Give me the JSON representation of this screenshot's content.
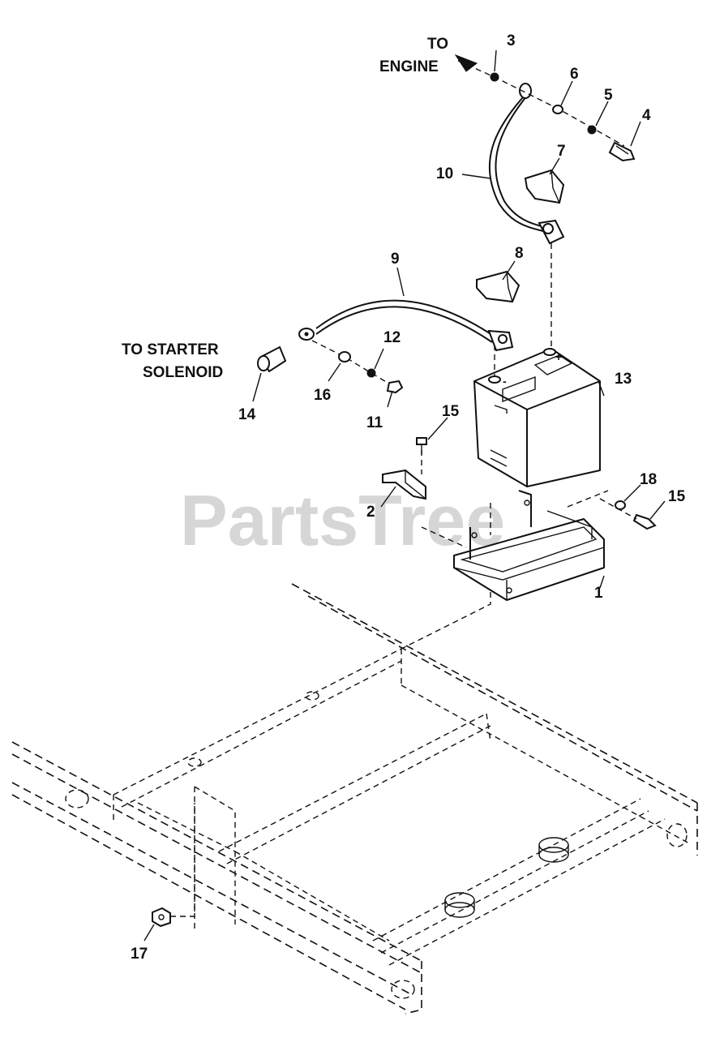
{
  "watermark": "PartsTree",
  "captions": {
    "to_engine_line1": "TO",
    "to_engine_line2": "ENGINE",
    "to_starter_line1": "TO STARTER",
    "to_starter_line2": "SOLENOID"
  },
  "callouts": {
    "c1": "1",
    "c2": "2",
    "c3": "3",
    "c4": "4",
    "c5": "5",
    "c6": "6",
    "c7": "7",
    "c8": "8",
    "c9": "9",
    "c10": "10",
    "c11": "11",
    "c12": "12",
    "c13": "13",
    "c14": "14",
    "c15a": "15",
    "c15b": "15",
    "c16": "16",
    "c17": "17",
    "c18": "18"
  }
}
